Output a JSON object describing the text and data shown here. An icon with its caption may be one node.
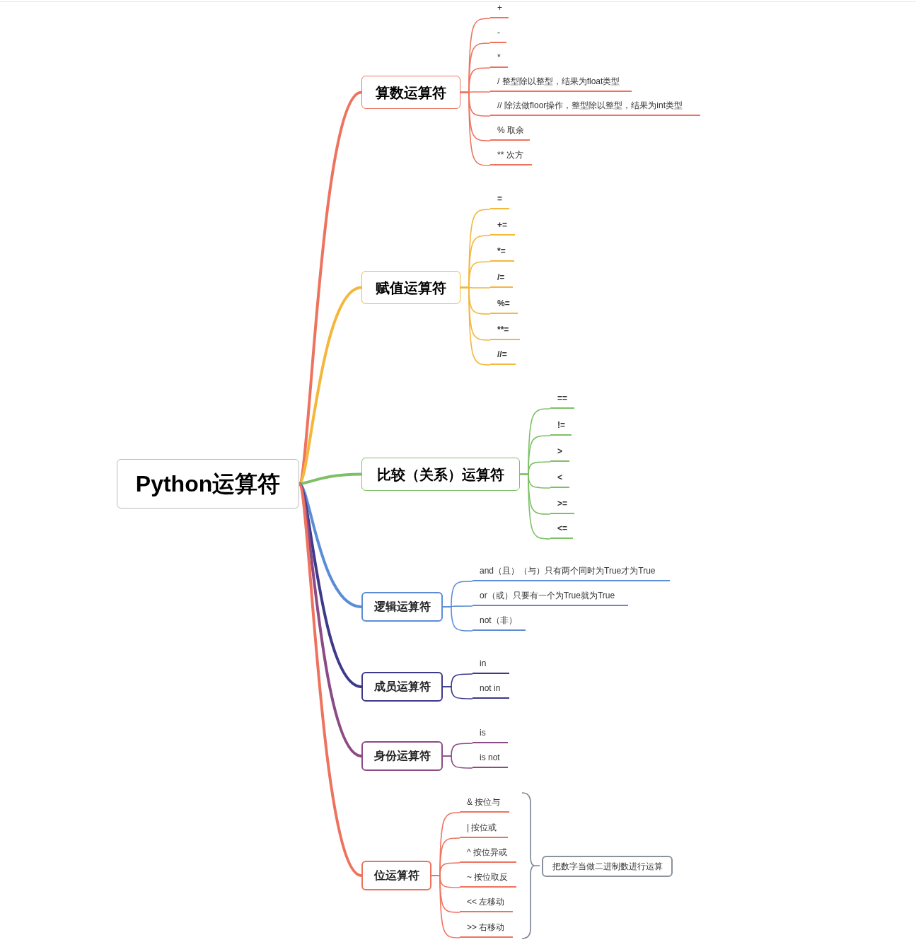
{
  "diagram": {
    "nodes": [
      {
        "text": [
          "Python运算符"
        ]
      },
      {
        "text": [
          "算数运算符"
        ]
      },
      {
        "text": [
          "+"
        ]
      },
      {
        "text": [
          "-"
        ]
      },
      {
        "text": [
          "*"
        ]
      },
      {
        "text": [
          "/ 整型除以整型，结果为float类型"
        ]
      },
      {
        "text": [
          "// 除法做floor操作，整型除以整型，结果为int类型"
        ]
      },
      {
        "text": [
          "% 取余"
        ]
      },
      {
        "text": [
          "** 次方"
        ]
      },
      {
        "text": [
          "赋值运算符"
        ]
      },
      {
        "text": [
          "="
        ]
      },
      {
        "text": [
          "+="
        ]
      },
      {
        "text": [
          "*="
        ]
      },
      {
        "text": [
          "/="
        ]
      },
      {
        "text": [
          "%="
        ]
      },
      {
        "text": [
          "**="
        ]
      },
      {
        "text": [
          "//="
        ]
      },
      {
        "text": [
          "比较（关系）运算符"
        ]
      },
      {
        "text": [
          "=="
        ]
      },
      {
        "text": [
          "!="
        ]
      },
      {
        "text": [
          ">"
        ]
      },
      {
        "text": [
          "<"
        ]
      },
      {
        "text": [
          ">="
        ]
      },
      {
        "text": [
          "<="
        ]
      },
      {
        "text": [
          "逻辑运算符"
        ]
      },
      {
        "text": [
          "and（且）（与）只有两个同时为True才为True"
        ]
      },
      {
        "text": [
          "or（或）只要有一个为True就为True"
        ]
      },
      {
        "text": [
          "not（非）"
        ]
      },
      {
        "text": [
          "成员运算符"
        ]
      },
      {
        "text": [
          "in"
        ]
      },
      {
        "text": [
          "not in"
        ]
      },
      {
        "text": [
          "身份运算符"
        ]
      },
      {
        "text": [
          "is"
        ]
      },
      {
        "text": [
          "is not"
        ]
      },
      {
        "text": [
          "位运算符"
        ]
      },
      {
        "text": [
          "& 按位与"
        ]
      },
      {
        "text": [
          "| 按位或"
        ]
      },
      {
        "text": [
          "^ 按位异或"
        ]
      },
      {
        "text": [
          "~ 按位取反"
        ]
      },
      {
        "text": [
          "<< 左移动"
        ]
      },
      {
        "text": [
          ">> 右移动"
        ]
      },
      {
        "text": [
          "把数字当做二进制数进行运算"
        ]
      }
    ],
    "edges": [
      {
        "from": 0,
        "to": 1,
        "arrow": "none",
        "style": "thick",
        "color": "#ee735f"
      },
      {
        "from": 0,
        "to": 9,
        "arrow": "none",
        "style": "thick",
        "color": "#f4b73a"
      },
      {
        "from": 0,
        "to": 17,
        "arrow": "none",
        "style": "thick",
        "color": "#7dc066"
      },
      {
        "from": 0,
        "to": 24,
        "arrow": "none",
        "style": "thick",
        "color": "#5b8dd6"
      },
      {
        "from": 0,
        "to": 28,
        "arrow": "none",
        "style": "thick",
        "color": "#3d3a8a"
      },
      {
        "from": 0,
        "to": 31,
        "arrow": "none",
        "style": "thick",
        "color": "#8c4a86"
      },
      {
        "from": 0,
        "to": 34,
        "arrow": "none",
        "style": "thick",
        "color": "#ee735f"
      },
      {
        "from": 1,
        "to": 2,
        "arrow": "none",
        "color": "#ee735f"
      },
      {
        "from": 1,
        "to": 3,
        "arrow": "none",
        "color": "#ee735f"
      },
      {
        "from": 1,
        "to": 4,
        "arrow": "none",
        "color": "#ee735f"
      },
      {
        "from": 1,
        "to": 5,
        "arrow": "none",
        "color": "#ee735f"
      },
      {
        "from": 1,
        "to": 6,
        "arrow": "none",
        "color": "#ee735f"
      },
      {
        "from": 1,
        "to": 7,
        "arrow": "none",
        "color": "#ee735f"
      },
      {
        "from": 1,
        "to": 8,
        "arrow": "none",
        "color": "#ee735f"
      },
      {
        "from": 9,
        "to": 10,
        "arrow": "none",
        "color": "#f4b73a"
      },
      {
        "from": 9,
        "to": 11,
        "arrow": "none",
        "color": "#f4b73a"
      },
      {
        "from": 9,
        "to": 12,
        "arrow": "none",
        "color": "#f4b73a"
      },
      {
        "from": 9,
        "to": 13,
        "arrow": "none",
        "color": "#f4b73a"
      },
      {
        "from": 9,
        "to": 14,
        "arrow": "none",
        "color": "#f4b73a"
      },
      {
        "from": 9,
        "to": 15,
        "arrow": "none",
        "color": "#f4b73a"
      },
      {
        "from": 9,
        "to": 16,
        "arrow": "none",
        "color": "#f4b73a"
      },
      {
        "from": 17,
        "to": 18,
        "arrow": "none",
        "color": "#7dc066"
      },
      {
        "from": 17,
        "to": 19,
        "arrow": "none",
        "color": "#7dc066"
      },
      {
        "from": 17,
        "to": 20,
        "arrow": "none",
        "color": "#7dc066"
      },
      {
        "from": 17,
        "to": 21,
        "arrow": "none",
        "color": "#7dc066"
      },
      {
        "from": 17,
        "to": 22,
        "arrow": "none",
        "color": "#7dc066"
      },
      {
        "from": 17,
        "to": 23,
        "arrow": "none",
        "color": "#7dc066"
      },
      {
        "from": 24,
        "to": 25,
        "arrow": "none",
        "color": "#5b8dd6"
      },
      {
        "from": 24,
        "to": 26,
        "arrow": "none",
        "color": "#5b8dd6"
      },
      {
        "from": 24,
        "to": 27,
        "arrow": "none",
        "color": "#5b8dd6"
      },
      {
        "from": 28,
        "to": 29,
        "arrow": "none",
        "color": "#3d3a8a"
      },
      {
        "from": 28,
        "to": 30,
        "arrow": "none",
        "color": "#3d3a8a"
      },
      {
        "from": 31,
        "to": 32,
        "arrow": "none",
        "color": "#8c4a86"
      },
      {
        "from": 31,
        "to": 33,
        "arrow": "none",
        "color": "#8c4a86"
      },
      {
        "from": 34,
        "to": 35,
        "arrow": "none",
        "color": "#ee735f"
      },
      {
        "from": 34,
        "to": 36,
        "arrow": "none",
        "color": "#ee735f"
      },
      {
        "from": 34,
        "to": 37,
        "arrow": "none",
        "color": "#ee735f"
      },
      {
        "from": 34,
        "to": 38,
        "arrow": "none",
        "color": "#ee735f"
      },
      {
        "from": 34,
        "to": 39,
        "arrow": "none",
        "color": "#ee735f"
      },
      {
        "from": 34,
        "to": 40,
        "arrow": "none",
        "color": "#ee735f"
      }
    ]
  }
}
